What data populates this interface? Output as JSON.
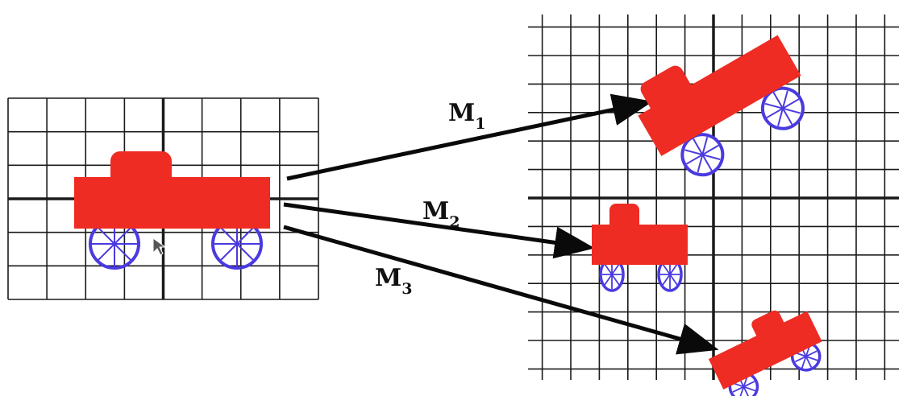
{
  "colors": {
    "car_body": "#ee2c23",
    "wheel": "#4a3ae0",
    "grid": "#1a1a1a",
    "arrow": "#0a0a0a",
    "background": "#ffffff"
  },
  "labels": {
    "m1": {
      "letter": "M",
      "sub": "1"
    },
    "m2": {
      "letter": "M",
      "sub": "2"
    },
    "m3": {
      "letter": "M",
      "sub": "3"
    }
  },
  "icons": {
    "cursor": "mouse-pointer-icon"
  }
}
